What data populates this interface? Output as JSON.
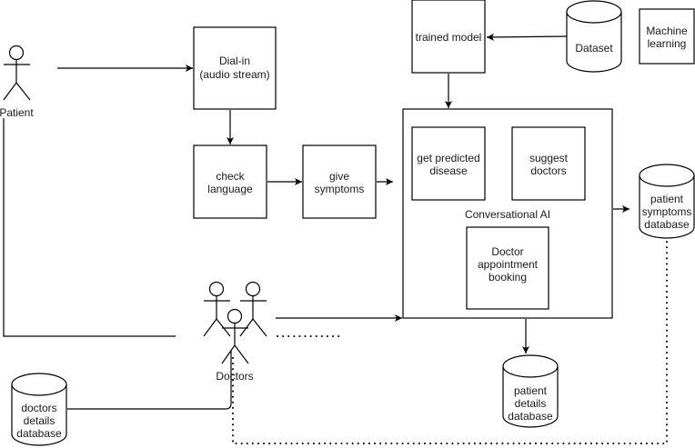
{
  "actors": {
    "patient": "Patient",
    "doctors": "Doctors"
  },
  "nodes": {
    "dial_in": [
      "Dial-in",
      "(audio stream)"
    ],
    "check_language": [
      "check",
      "language"
    ],
    "give_symptoms": [
      "give",
      "symptoms"
    ],
    "trained_model": [
      "trained model"
    ],
    "dataset": [
      "Dataset"
    ],
    "machine_learning": [
      "Machine",
      "learning"
    ],
    "conversational_ai": "Conversational AI",
    "get_predicted_disease": [
      "get predicted",
      "disease"
    ],
    "suggest_doctors": [
      "suggest",
      "doctors"
    ],
    "doctor_appointment_booking": [
      "Doctor",
      "appointment",
      "booking"
    ],
    "patient_symptoms_database": [
      "patient",
      "symptoms",
      "database"
    ],
    "patient_details_database": [
      "patient",
      "details",
      "database"
    ],
    "doctors_details_database": [
      "doctors",
      "details",
      "database"
    ]
  }
}
